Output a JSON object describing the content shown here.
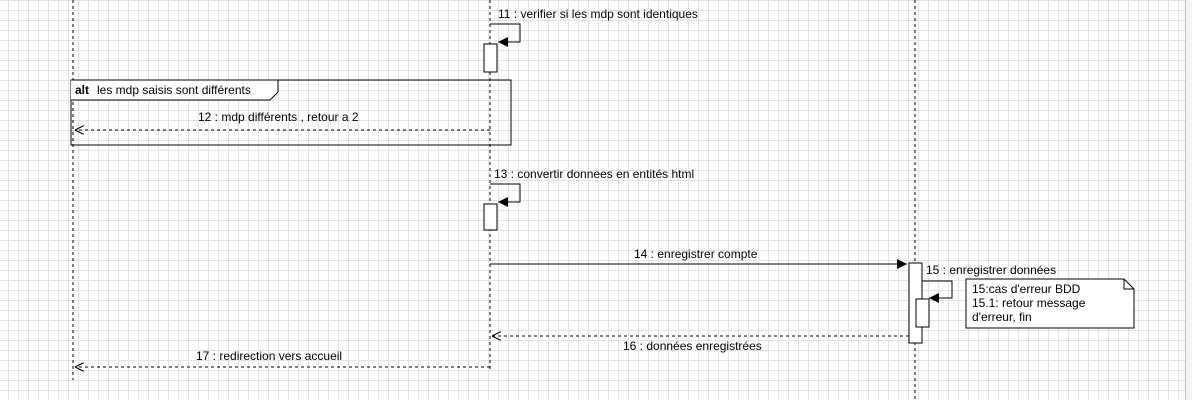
{
  "diagram": {
    "alt_fragment": {
      "keyword": "alt",
      "condition": "les mdp saisis sont différents"
    },
    "messages": [
      {
        "label": "11 : verifier si les mdp sont identiques"
      },
      {
        "label": "12 : mdp différents , retour a 2"
      },
      {
        "label": "13 : convertir donnees en entités html"
      },
      {
        "label": "14 : enregistrer compte"
      },
      {
        "label": "15 : enregistrer données"
      },
      {
        "label": "16 : données enregistrées"
      },
      {
        "label": "17 : redirection vers accueil"
      }
    ],
    "note": {
      "lines": [
        "15:cas d'erreur BDD",
        "15.1: retour message",
        "d'erreur, fin"
      ]
    }
  }
}
